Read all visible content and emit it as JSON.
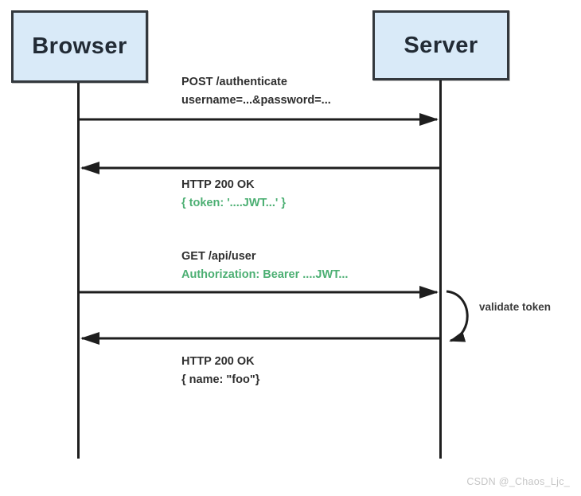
{
  "diagram": {
    "type": "sequence-diagram",
    "actors": [
      {
        "id": "browser",
        "label": "Browser"
      },
      {
        "id": "server",
        "label": "Server"
      }
    ],
    "messages": [
      {
        "from": "browser",
        "to": "server",
        "lines": [
          {
            "text": "POST /authenticate",
            "color": "dark"
          },
          {
            "text": "username=...&password=...",
            "color": "dark"
          }
        ]
      },
      {
        "from": "server",
        "to": "browser",
        "lines": [
          {
            "text": "HTTP 200 OK",
            "color": "dark"
          },
          {
            "text": "{ token: '....JWT...' }",
            "color": "green"
          }
        ]
      },
      {
        "from": "browser",
        "to": "server",
        "lines": [
          {
            "text": "GET /api/user",
            "color": "dark"
          },
          {
            "text": "Authorization: Bearer ....JWT...",
            "color": "green"
          }
        ]
      },
      {
        "from": "server",
        "to": "server",
        "self_loop": true,
        "label": "validate token"
      },
      {
        "from": "server",
        "to": "browser",
        "lines": [
          {
            "text": "HTTP 200 OK",
            "color": "dark"
          },
          {
            "text": "{ name: \"foo\"}",
            "color": "dark"
          }
        ]
      }
    ],
    "colors": {
      "box_fill": "#d9eaf8",
      "box_border": "#33383d",
      "line": "#1e1e1e",
      "text_dark": "#2f2f2f",
      "text_green": "#4caf73",
      "watermark": "#c6c6c6"
    },
    "watermark": "CSDN @_Chaos_Ljc_"
  }
}
